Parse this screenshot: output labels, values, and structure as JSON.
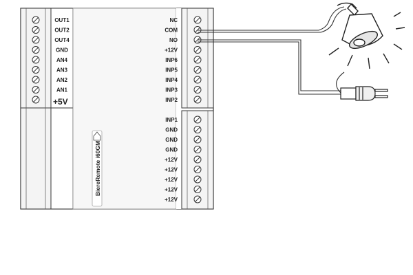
{
  "device": {
    "name": "BiereRemote i60GM",
    "left_labels": [
      "OUT1",
      "OUT2",
      "OUT4",
      "GND",
      "AN4",
      "AN3",
      "AN2",
      "AN1"
    ],
    "power_label": "+5V",
    "right_labels_top": [
      "NC",
      "COM",
      "NO",
      "+12V",
      "INP6",
      "INP5",
      "INP4",
      "INP3",
      "INP2"
    ],
    "right_labels_bottom": [
      "INP1",
      "GND",
      "GND",
      "GND",
      "+12V",
      "+12V",
      "+12V",
      "+12V",
      "+12V"
    ]
  },
  "colors": {
    "line": "#333333",
    "terminal_fill": "#f4f4f4",
    "board_fill": "#f7f7f7"
  },
  "icons": {
    "terminal": "screw-terminal-icon",
    "lamp": "lamp-icon",
    "plug": "power-plug-icon"
  }
}
